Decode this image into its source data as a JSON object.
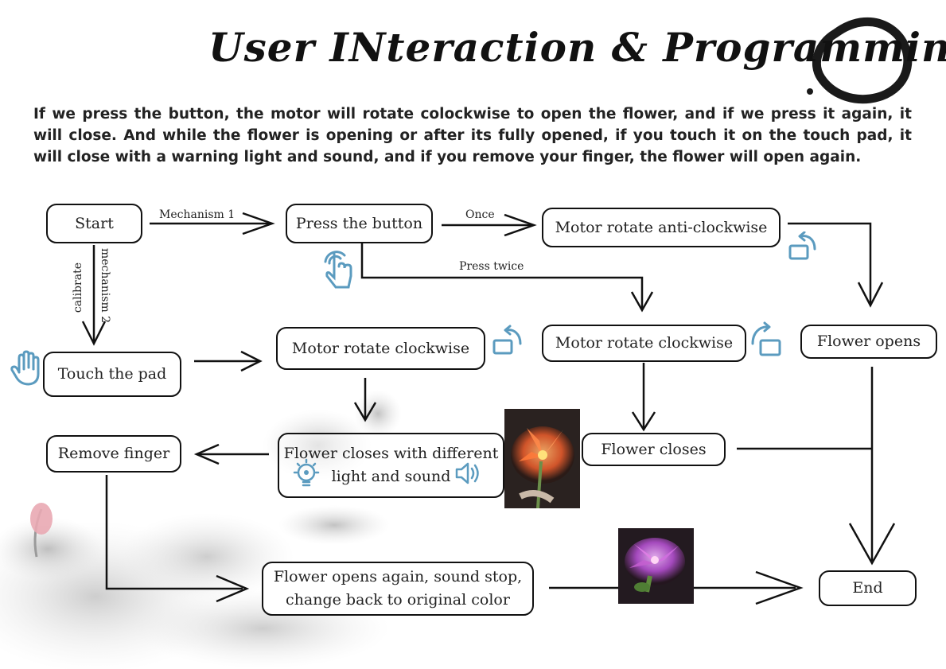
{
  "title": "User INteraction & Programming",
  "intro": "If we press the button, the motor will rotate colockwise to open the flower, and if we press it again, it will close. And while the flower is opening or after its fully opened, if you touch it on the touch pad, it will close with a warning light and sound, and if you remove your finger, the flower will open again.",
  "nodes": {
    "start": "Start",
    "press_button": "Press the button",
    "motor_anticlockwise": "Motor rotate anti-clockwise",
    "flower_opens": "Flower opens",
    "touch_pad": "Touch the pad",
    "motor_clockwise_left": "Motor rotate clockwise",
    "motor_clockwise_right": "Motor rotate clockwise",
    "flower_closes_light_line1": "Flower closes with different",
    "flower_closes_light_line2": "light and sound",
    "flower_closes": "Flower closes",
    "remove_finger": "Remove finger",
    "flower_opens_again_line1": "Flower opens again, sound stop,",
    "flower_opens_again_line2": "change back to original color",
    "end": "End"
  },
  "edge_labels": {
    "mechanism1": "Mechanism 1",
    "once": "Once",
    "press_twice": "Press twice",
    "calibrate": "calibrate",
    "mechanism2": "mechanism 2"
  },
  "colors": {
    "icon_blue": "#5b9bbf",
    "line": "#111111"
  },
  "icons": [
    "touch-hand-icon",
    "rotate-anticlockwise-icon",
    "rotate-clockwise-icon",
    "raised-hand-icon",
    "lightbulb-icon",
    "speaker-icon"
  ]
}
